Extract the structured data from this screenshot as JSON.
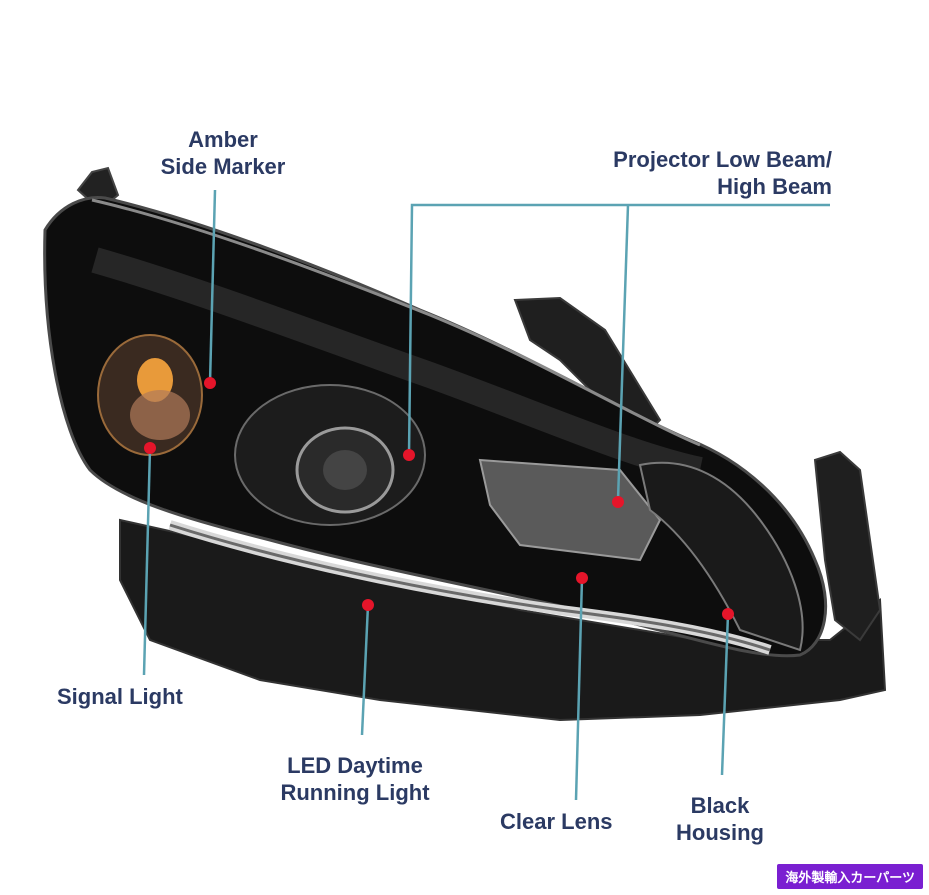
{
  "labels": {
    "amber_side_marker": {
      "line1": "Amber",
      "line2": "Side Marker"
    },
    "projector_beam": {
      "line1": "Projector Low Beam/",
      "line2": "High Beam"
    },
    "signal_light": "Signal Light",
    "led_drl": {
      "line1": "LED Daytime",
      "line2": "Running Light"
    },
    "clear_lens": "Clear Lens",
    "black_housing": {
      "line1": "Black",
      "line2": "Housing"
    }
  },
  "watermark": "海外製輸入カーパーツ",
  "colors": {
    "label_text": "#2b3a63",
    "leader_line": "#5ba3b3",
    "marker_dot": "#e5152a",
    "watermark_bg": "#7a1fd1"
  }
}
